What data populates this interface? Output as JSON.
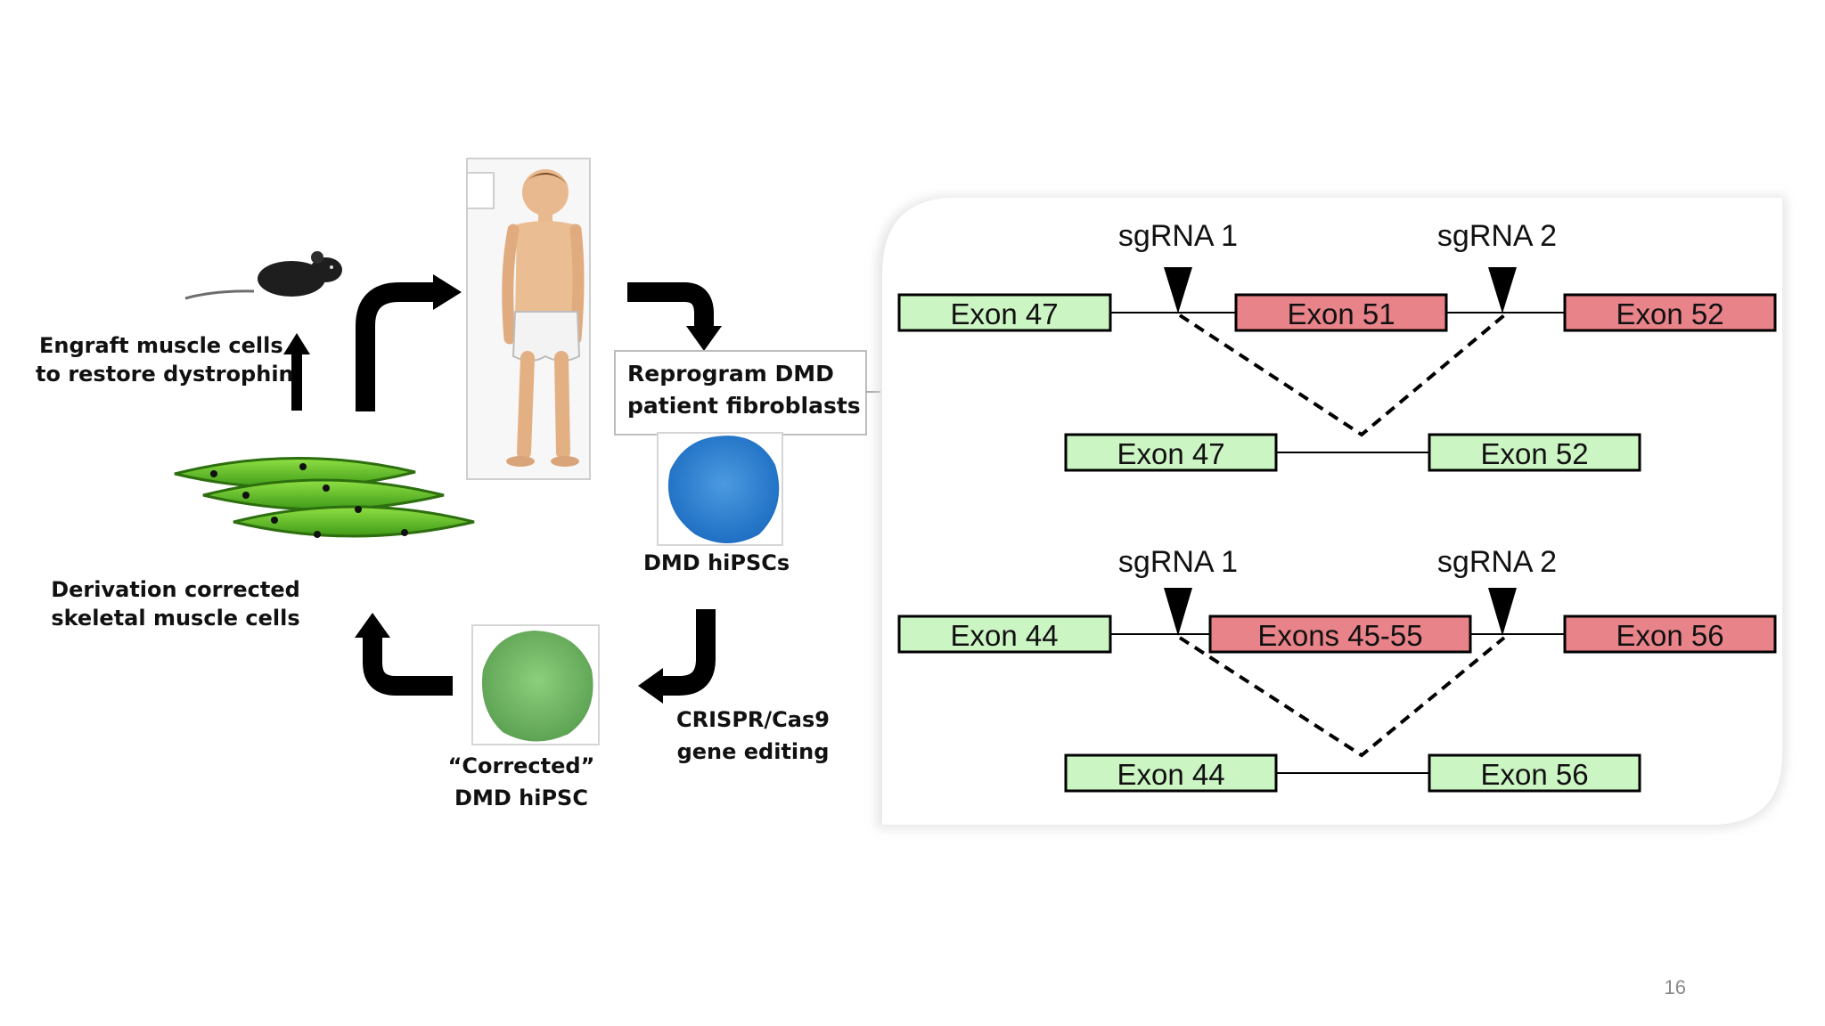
{
  "workflow": {
    "engraft_line1": "Engraft muscle cells",
    "engraft_line2": "to restore dystrophin",
    "reprogram_line1": "Reprogram DMD",
    "reprogram_line2": "patient fibroblasts",
    "hipsc_label": "DMD hiPSCs",
    "crispr_line1": "CRISPR/Cas9",
    "crispr_line2": "gene editing",
    "corrected_line1": "“Corrected”",
    "corrected_line2": "DMD hiPSC",
    "derivation_line1": "Derivation corrected",
    "derivation_line2": "skeletal muscle cells"
  },
  "exon_panel": {
    "top": {
      "sgrna1": "sgRNA 1",
      "sgrna2": "sgRNA 2",
      "exon_left": "Exon 47",
      "exon_deleted": "Exon 51",
      "exon_right": "Exon 52",
      "result_left": "Exon 47",
      "result_right": "Exon 52"
    },
    "bottom": {
      "sgrna1": "sgRNA 1",
      "sgrna2": "sgRNA 2",
      "exon_left": "Exon 44",
      "exon_deleted": "Exons 45-55",
      "exon_right": "Exon 56",
      "result_left": "Exon 44",
      "result_right": "Exon 56"
    },
    "colors": {
      "kept": "#ccf5c4",
      "deleted": "#e8838a"
    }
  },
  "slide_number": "16"
}
